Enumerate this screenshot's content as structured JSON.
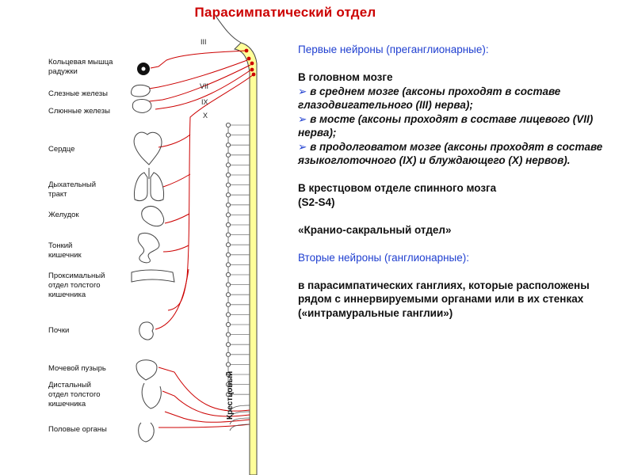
{
  "title": "Парасимпатический отдел",
  "organ_labels": [
    "Кольцевая мышца\nрадужки",
    "Слезные железы",
    "Слюнные железы",
    "Сердце",
    "Дыхательный\nтракт",
    "Желудок",
    "Тонкий\nкишечник",
    "Проксимальный\nотдел толстого\nкишечника",
    "Почки",
    "Мочевой пузырь",
    "Дистальный\nотдел толстого\nкишечника",
    "Половые органы"
  ],
  "cranial_nerve_labels": [
    "III",
    "VII",
    "IX",
    "X"
  ],
  "sacral_label": "Крестцовый",
  "panel": {
    "heading1": "Первые нейроны (преганглионарные):",
    "brain_heading": "В головном мозге",
    "bullets": [
      "в среднем мозге (аксоны проходят в составе глазодвигательного (III)  нерва);",
      "в мосте (аксоны проходят в составе лицевого (VII)  нерва);",
      "в продолговатом мозге (аксоны проходят в составе языкоглоточного (IX) и блуждающего (X) нервов)."
    ],
    "sacral_heading": "В крестцовом отделе спинного мозга",
    "sacral_segments": "(S2-S4)",
    "craniosacral": "«Кранио-сакральный отдел»",
    "heading2": "Вторые нейроны (ганглионарные):",
    "second_text": "в парасимпатических ганглиях, которые расположены рядом с иннервируемыми органами или в их стенках («интрамуральные ганглии»)"
  },
  "colors": {
    "title": "#cc0000",
    "nerve": "#cc0000",
    "spinal_cord": "#ffff99",
    "heading": "#1f3fd0"
  }
}
